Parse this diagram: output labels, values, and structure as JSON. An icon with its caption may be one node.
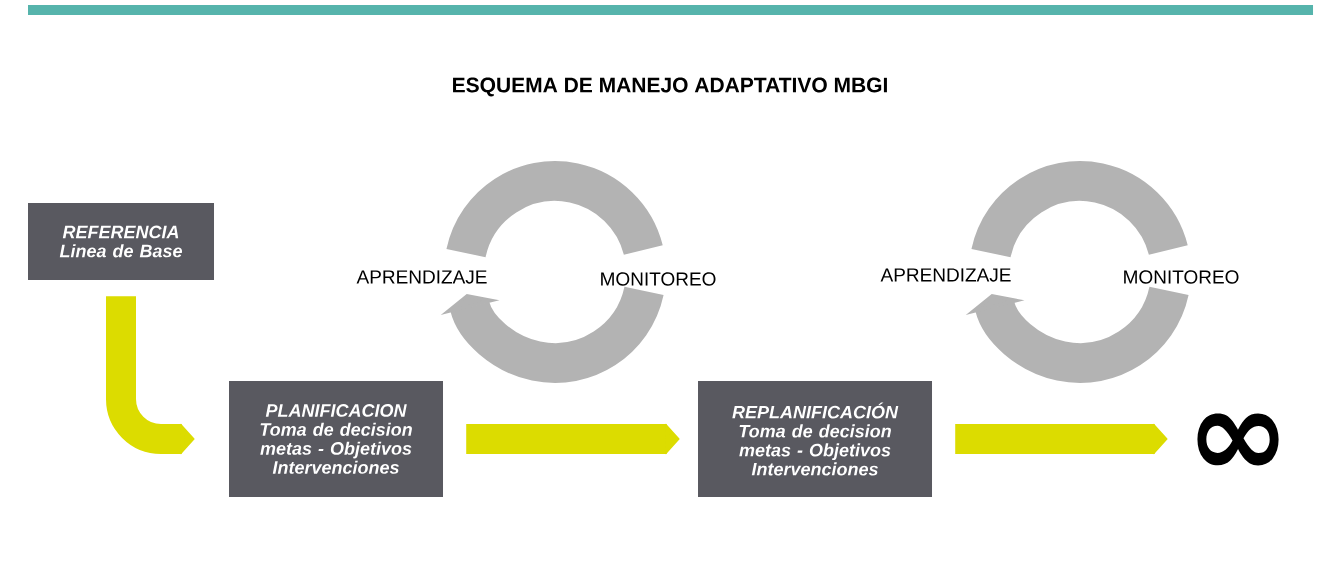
{
  "diagram": {
    "title": "ESQUEMA DE MANEJO ADAPTATIVO MBGI",
    "nodes": [
      {
        "text": [
          "REFERENCIA",
          "Linea de Base"
        ]
      },
      {
        "text": [
          "PLANIFICACION",
          "Toma de decision metas - Objetivos Intervenciones"
        ]
      },
      {
        "text": [
          "REPLANIFICACIÓN",
          "Toma de decision metas - Objetivos Intervenciones"
        ]
      },
      {
        "text": [
          "∞"
        ]
      }
    ],
    "edges": [
      {
        "from": 0,
        "to": 1,
        "arrow": "to"
      },
      {
        "from": 1,
        "to": 2,
        "arrow": "to"
      },
      {
        "from": 2,
        "to": 3,
        "arrow": "to"
      }
    ],
    "labels": [
      "APRENDIZAJE",
      "MONITOREO",
      "APRENDIZAJE",
      "MONITOREO"
    ]
  }
}
